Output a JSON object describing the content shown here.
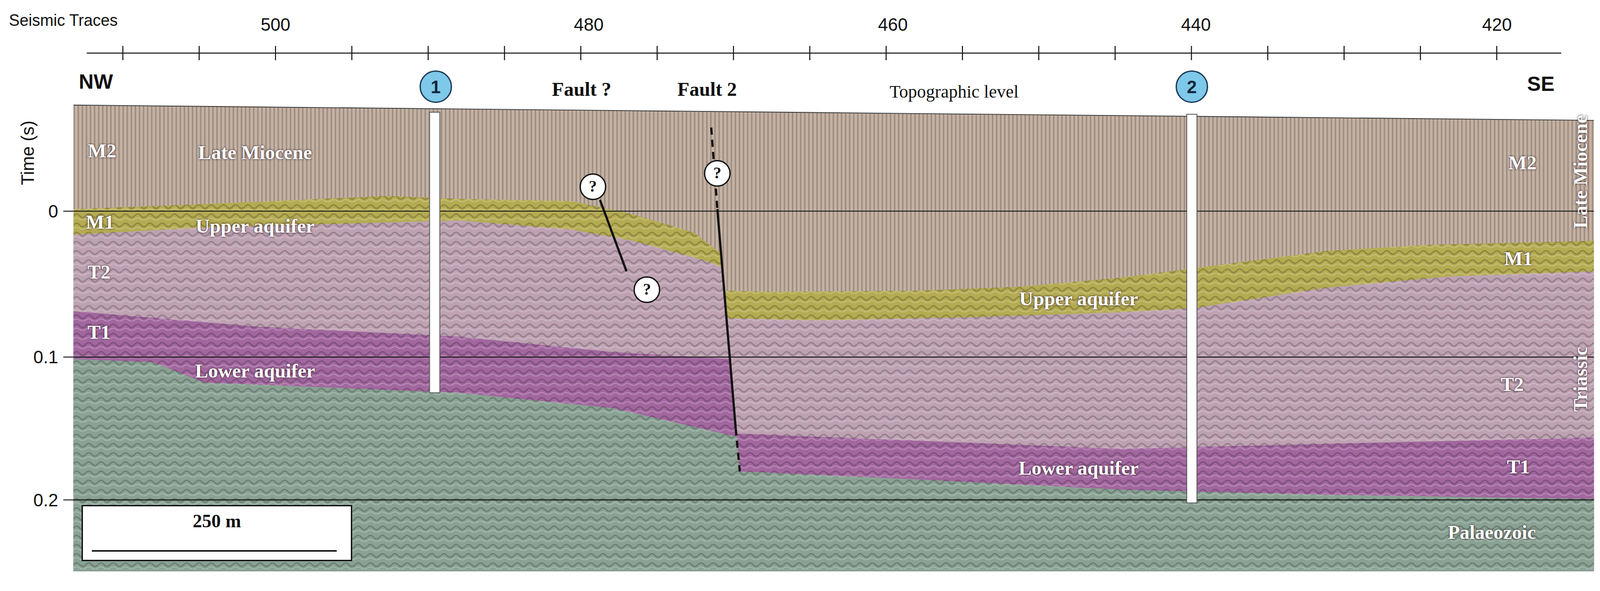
{
  "diagram": {
    "nodes": [
      {
        "text": [
          "1"
        ]
      },
      {
        "text": [
          "2"
        ]
      },
      {
        "text": [
          "?"
        ]
      },
      {
        "text": [
          "?"
        ]
      },
      {
        "text": [
          "?"
        ]
      },
      {
        "text": [
          "250 m"
        ]
      }
    ],
    "labels": [
      "Seismic Traces",
      "500",
      "480",
      "460",
      "440",
      "420",
      "NW",
      "Fault ?",
      "Fault 2",
      "Topographic level",
      "SE",
      "Time (s)",
      "M2",
      "Late Miocene",
      "M2",
      "Late Miocene",
      "0",
      "M1",
      "Upper aquifer",
      "M1",
      "T2",
      "Upper aquifer",
      "T1",
      "0.1",
      "Lower aquifer",
      "T2",
      "Triassic",
      "T1",
      "Lower aquifer",
      "0.2",
      "Palaeozoic"
    ]
  }
}
